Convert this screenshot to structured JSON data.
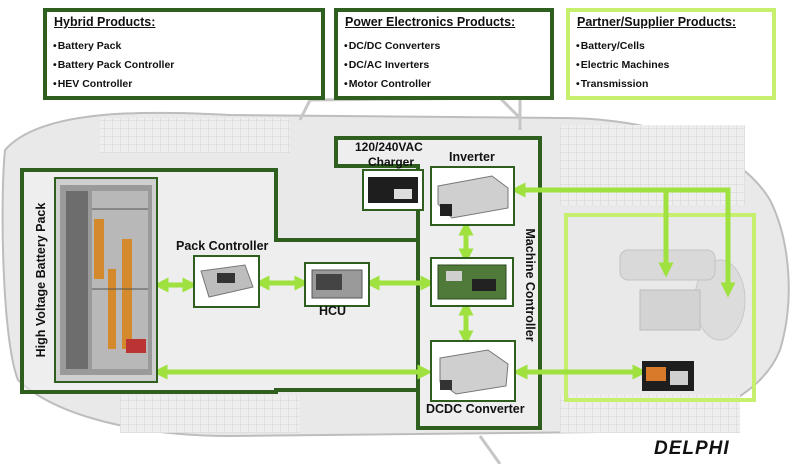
{
  "products": {
    "hybrid": {
      "title": "Hybrid Products:",
      "items": [
        "Battery Pack",
        "Battery Pack Controller",
        "HEV Controller"
      ]
    },
    "power_electronics": {
      "title": "Power Electronics Products:",
      "items": [
        "DC/DC Converters",
        "DC/AC Inverters",
        "Motor Controller"
      ]
    },
    "partner": {
      "title": "Partner/Supplier Products:",
      "items": [
        "Battery/Cells",
        "Electric Machines",
        "Transmission"
      ]
    }
  },
  "components": {
    "battery_pack": "High Voltage Battery Pack",
    "pack_controller": "Pack Controller",
    "hcu": "HCU",
    "charger_line1": "120/240VAC",
    "charger_line2": "Charger",
    "inverter": "Inverter",
    "machine_controller": "Machine Controller",
    "dcdc": "DCDC Converter"
  },
  "logo": "DELPHI",
  "colors": {
    "dark_green": "#2f5f1f",
    "light_green": "#c7ef6e",
    "arrow_green": "#9fe23f"
  }
}
